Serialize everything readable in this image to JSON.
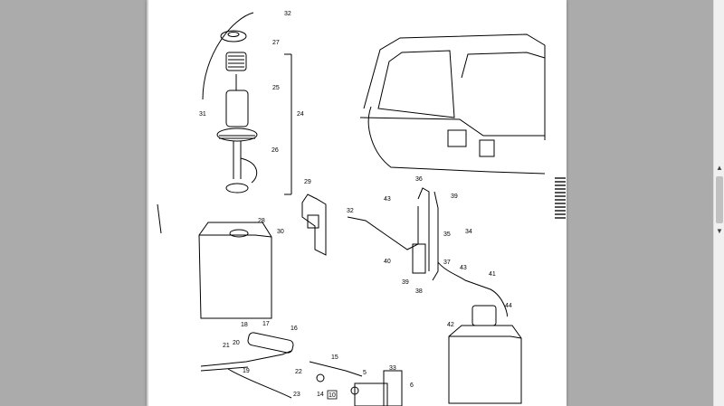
{
  "viewer": {
    "background_color": "#ababab",
    "page_color": "#ffffff"
  },
  "diagram": {
    "part_numbers": [
      "32",
      "27",
      "25",
      "31",
      "24",
      "26",
      "29",
      "30",
      "28",
      "43",
      "36",
      "39",
      "32",
      "35",
      "34",
      "40",
      "37",
      "43",
      "41",
      "39",
      "38",
      "44",
      "42",
      "18",
      "17",
      "16",
      "21",
      "20",
      "19",
      "15",
      "22",
      "5",
      "33",
      "6",
      "14",
      "10",
      "23"
    ]
  },
  "scrollbar": {
    "up_icon": "arrow-up-icon",
    "down_icon": "arrow-down-icon"
  }
}
